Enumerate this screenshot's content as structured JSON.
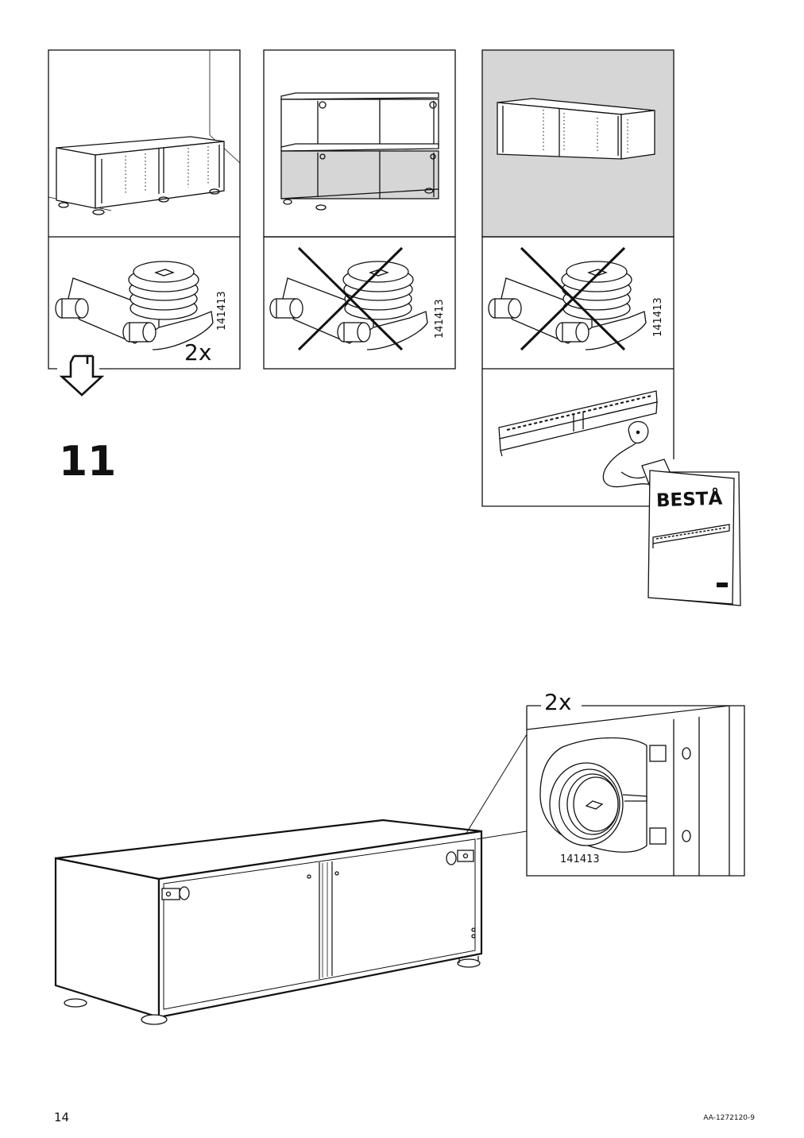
{
  "page": {
    "number": "14",
    "document_code": "AA-1272120-9"
  },
  "step": {
    "number": "11"
  },
  "panels": [
    {
      "id": "floor-standing",
      "quantity": "2x",
      "part_number": "141413"
    },
    {
      "id": "stacked",
      "part_number": "141413"
    },
    {
      "id": "wall-mounted",
      "part_number": "141413"
    }
  ],
  "booklet": {
    "title": "BESTÅ"
  },
  "detail": {
    "quantity": "2x",
    "part_number": "141413"
  }
}
